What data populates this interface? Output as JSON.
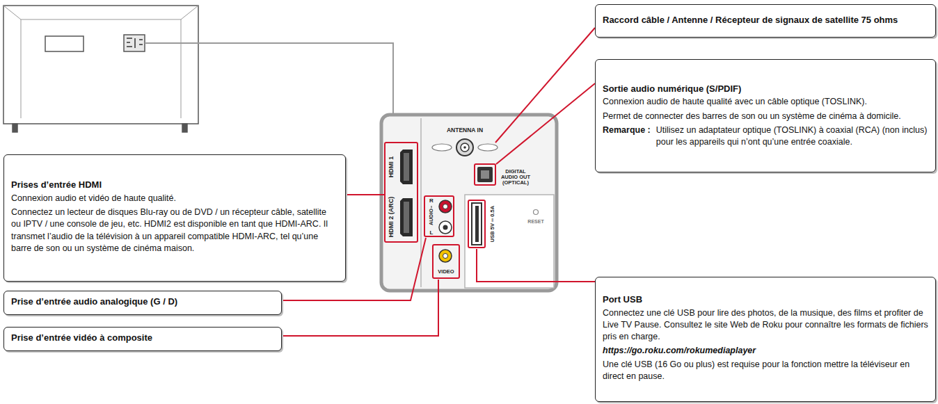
{
  "diagram": {
    "nodes": [
      {
        "text": [
          "Raccord câble / Antenne / Récepteur de signaux de satellite 75 ohms"
        ]
      },
      {
        "text": [
          "Sortie audio numérique (S/PDIF)",
          "Connexion audio de haute qualité avec un câble optique (TOSLINK).",
          "Permet de connecter des barres de son ou un système de cinéma à domicile.",
          "Remarque :",
          "Utilisez un adaptateur optique (TOSLINK) à coaxial (RCA) (non inclus) pour les appareils qui n’ont qu’une entrée coaxiale."
        ]
      },
      {
        "text": [
          "Prises d’entrée HDMI",
          "Connexion audio et vidéo de haute qualité.",
          "Connectez un lecteur de disques Blu-ray ou de DVD / un récepteur câble, satellite ou IPTV / une console de jeu, etc. HDMI2 est disponible en tant que HDMI-ARC. Il transmet l’audio de la télévision à un appareil compatible HDMI-ARC, tel qu’une barre de son ou un système de cinéma maison."
        ]
      },
      {
        "text": [
          "Port USB",
          "Connectez une clé USB pour lire des photos, de la musique, des films et profiter de Live TV Pause. Consultez le site Web de Roku pour connaître les formats de fichiers pris en charge.",
          "https://go.roku.com/rokumediaplayer",
          "Une clé USB (16 Go ou plus) est requise pour la fonction mettre la téléviseur en direct en pause."
        ]
      },
      {
        "text": [
          "Prise d’entrée audio analogique (G / D)"
        ]
      },
      {
        "text": [
          "Prise d’entrée vidéo à composite"
        ]
      }
    ],
    "labels": [
      "HDMI 1",
      "HDMI 2 (ARC)",
      "ANTENNA IN",
      "R",
      "AUDIO",
      "L",
      "VIDEO",
      "DIGITAL AUDIO OUT (OPTICAL)",
      "USB 5V ═ 0.5A",
      "RESET"
    ]
  }
}
